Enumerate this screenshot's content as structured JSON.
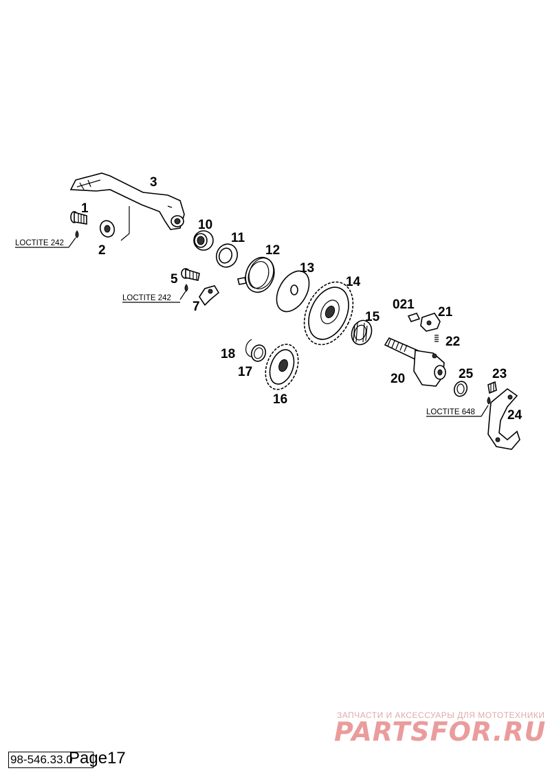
{
  "callouts": {
    "n1": "1",
    "n2": "2",
    "n3": "3",
    "n5": "5",
    "n7": "7",
    "n10": "10",
    "n11": "11",
    "n12": "12",
    "n13": "13",
    "n14": "14",
    "n15": "15",
    "n16": "16",
    "n17": "17",
    "n18": "18",
    "n20": "20",
    "n021": "021",
    "n21": "21",
    "n22": "22",
    "n23": "23",
    "n24": "24",
    "n25": "25"
  },
  "adhesive_labels": {
    "loctite_1": "LOCTITE 242",
    "loctite_5": "LOCTITE 242",
    "loctite_23": "LOCTITE 648"
  },
  "watermark": {
    "tagline": "ЗАПЧАСТИ И АКСЕССУАРЫ ДЛЯ МОТОТЕХНИКИ",
    "brand": "PARTSFOR.RU",
    "color": "#e89a9a"
  },
  "footer": {
    "doc_code": "98-546.33.0",
    "page_label": "Page17"
  }
}
